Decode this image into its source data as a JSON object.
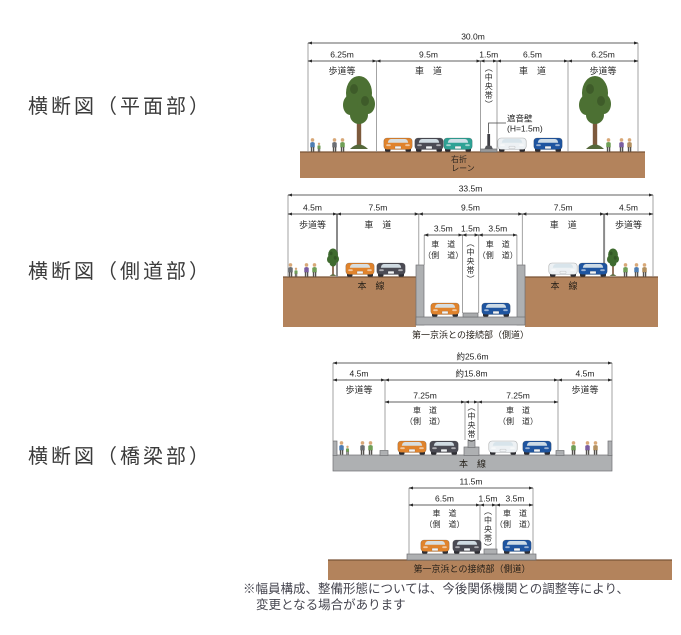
{
  "titles": {
    "plan": "横断図（平面部）",
    "side": "横断図（側道部）",
    "bridge": "横断図（橋梁部）"
  },
  "footnote": {
    "line1": "※幅員構成、整備形態については、今後関係機関との調整等により、",
    "line2": "変更となる場合があります"
  },
  "colors": {
    "car_orange": "#e0832c",
    "car_gray": "#4b4b54",
    "car_teal": "#2ea295",
    "car_white": "#edf1f4",
    "car_blue": "#1f55a0",
    "ground": "#b3835c",
    "concrete": "#aeb0b2",
    "tree_green": "#4c7033",
    "tree_small": "#3f6b2f"
  },
  "plan": {
    "dims": {
      "total": "30.0m",
      "s1": "6.25m",
      "s2": "9.5m",
      "s3": "1.5m",
      "s4": "6.5m",
      "s5": "6.25m"
    },
    "zones": {
      "z1": "歩道等",
      "z2": "車　道",
      "median": "（中央帯）",
      "z3": "車　道",
      "z4": "歩道等"
    },
    "noise_wall_1": "遮音壁",
    "noise_wall_2": "(H=1.5m)",
    "turn_lane_1": "右折",
    "turn_lane_2": "レーン"
  },
  "side": {
    "dims": {
      "total": "33.5m",
      "s1": "4.5m",
      "s2": "7.5m",
      "s3": "9.5m",
      "s4": "7.5m",
      "s5": "4.5m",
      "c1": "3.5m",
      "c2": "1.5m",
      "c3": "3.5m"
    },
    "zones": {
      "z1": "歩道等",
      "z2": "車　道",
      "z3": "車　道",
      "z4": "歩道等",
      "lane1": "車　道",
      "lane1b": "（側　道）",
      "lane2": "車　道",
      "lane2b": "（側　道）",
      "median": "（中央帯）"
    },
    "main_left": "本　線",
    "main_right": "本　線",
    "connector": "第一京浜との接続部（側道）"
  },
  "bridge": {
    "dims": {
      "total": "約25.6m",
      "s1": "4.5m",
      "s2": "約15.8m",
      "s3": "4.5m",
      "c1": "7.25m",
      "c2": "7.25m"
    },
    "zones": {
      "z1": "歩道等",
      "z2": "歩道等",
      "lane1": "車　道",
      "lane1b": "（側　道）",
      "lane2": "車　道",
      "lane2b": "（側　道）",
      "median": "（中央帯）"
    },
    "main": "本　線"
  },
  "approach": {
    "dims": {
      "total": "11.5m",
      "s1": "6.5m",
      "s2": "1.5m",
      "s3": "3.5m"
    },
    "zones": {
      "lane1": "車　道",
      "lane1b": "（側　道）",
      "lane2": "車　道",
      "lane2b": "（側　道）",
      "median": "（中央帯）"
    },
    "connector": "第一京浜との接続部（側道）"
  }
}
